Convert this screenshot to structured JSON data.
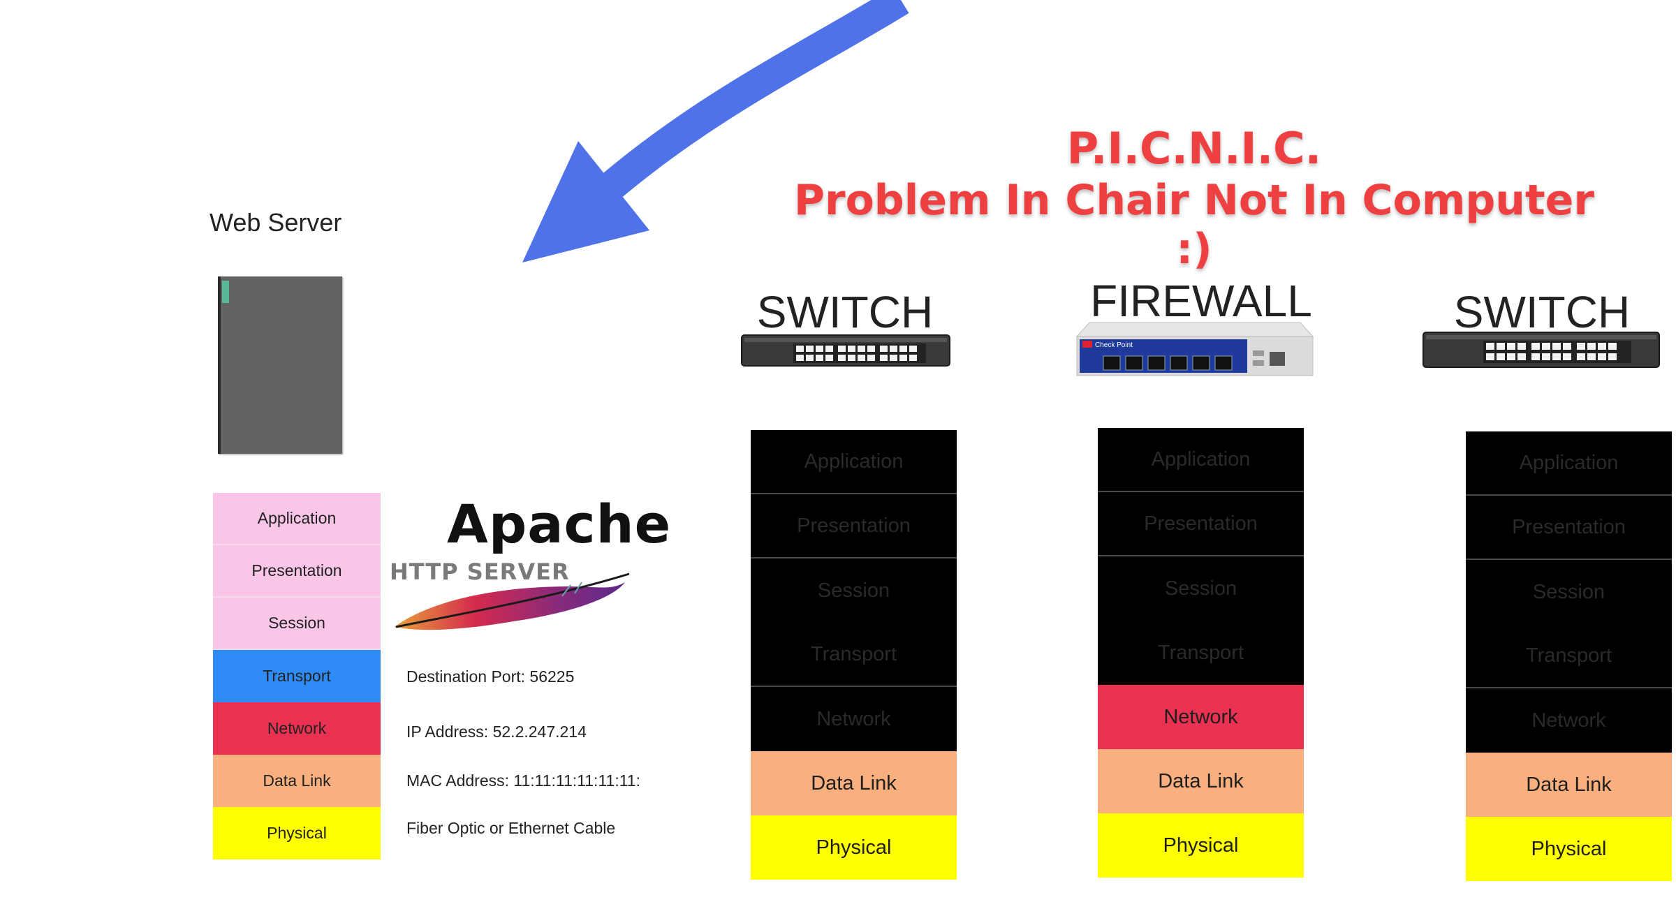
{
  "header": {
    "title": "P.I.C.N.I.C.",
    "subtitle": "Problem In Chair Not In Computer :)"
  },
  "web_server": {
    "label": "Web Server",
    "apache": {
      "word": "Apache",
      "sub": "HTTP SERVER"
    },
    "info": [
      "Destination Port: 56225",
      "IP Address: 52.2.247.214",
      "MAC Address: 11:11:11:11:11:11:",
      "Fiber Optic or Ethernet Cable"
    ],
    "layers": [
      "Application",
      "Presentation",
      "Session",
      "Transport",
      "Network",
      "Data Link",
      "Physical"
    ]
  },
  "devices": [
    {
      "title": "SWITCH",
      "layers": [
        "Application",
        "Presentation",
        "Session",
        "Transport",
        "Network",
        "Data Link",
        "Physical"
      ]
    },
    {
      "title": "FIREWALL",
      "brand": "Check Point",
      "layers": [
        "Application",
        "Presentation",
        "Session",
        "Transport",
        "Network",
        "Data Link",
        "Physical"
      ]
    },
    {
      "title": "SWITCH",
      "layers": [
        "Application",
        "Presentation",
        "Session",
        "Transport",
        "Network",
        "Data Link",
        "Physical"
      ]
    }
  ],
  "colors": {
    "upper_layers": "#f9c6e7",
    "transport": "#2f8cf6",
    "network": "#ea3152",
    "data_link": "#f9b07e",
    "physical": "#ffff00",
    "inactive": "#000000",
    "arrow": "#4f72e8",
    "picnic_text": "#ee4040"
  }
}
